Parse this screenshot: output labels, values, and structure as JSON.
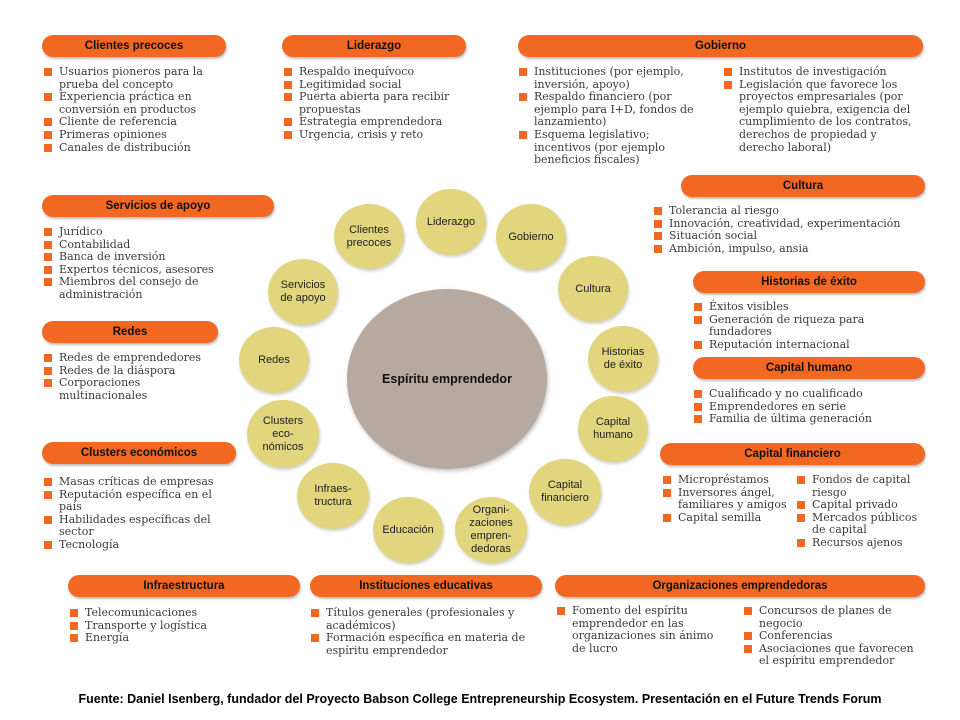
{
  "center": "Espíritu emprendedor",
  "circles": [
    "Clientes\nprecoces",
    "Liderazgo",
    "Gobierno",
    "Cultura",
    "Historias\nde éxito",
    "Capital\nhumano",
    "Capital\nfinanciero",
    "Organi-\nzaciones\nempren-\ndedoras",
    "Educación",
    "Infraes-\ntructura",
    "Clusters\neco-\nnómicos",
    "Redes",
    "Servicios\nde apoyo"
  ],
  "boxes": {
    "clientes": {
      "title": "Clientes precoces",
      "items": [
        "Usuarios pioneros para la prueba del concepto",
        "Experiencia práctica en conversión en productos",
        "Cliente de referencia",
        "Primeras opiniones",
        "Canales de distribución"
      ]
    },
    "liderazgo": {
      "title": "Liderazgo",
      "items": [
        "Respaldo inequívoco",
        "Legitimidad social",
        "Puerta abierta para recibir propuestas",
        "Estrategia emprendedora",
        "Urgencia, crisis y reto"
      ]
    },
    "gobierno": {
      "title": "Gobierno",
      "items_left": [
        "Instituciones (por ejemplo, inversión, apoyo)",
        "Respaldo financiero (por ejemplo para I+D, fondos de lanzamiento)",
        "Esquema legislativo; incentivos (por ejemplo beneficios fiscales)"
      ],
      "items_right": [
        "Institutos de investigación",
        "Legislación que favorece los proyectos empresariales (por ejemplo quiebra, exigencia del cumplimiento de los contratos, derechos de propiedad y derecho laboral)"
      ]
    },
    "servicios": {
      "title": "Servicios de apoyo",
      "items": [
        "Jurídico",
        "Contabilidad",
        "Banca de inversión",
        "Expertos técnicos, asesores",
        "Miembros del consejo de administración"
      ]
    },
    "cultura": {
      "title": "Cultura",
      "items": [
        "Tolerancia al riesgo",
        "Innovación, creatividad, experimentación",
        "Situación social",
        "Ambición, impulso, ansia"
      ]
    },
    "redes": {
      "title": "Redes",
      "items": [
        "Redes de emprendedores",
        "Redes de la diáspora",
        "Corporaciones multinacionales"
      ]
    },
    "historias": {
      "title": "Historias de éxito",
      "items": [
        "Éxitos visibles",
        "Generación de riqueza para fundadores",
        "Reputación internacional"
      ]
    },
    "capital_humano": {
      "title": "Capital humano",
      "items": [
        "Cualificado y no cualificado",
        "Emprendedores en serie",
        "Familia de última generación"
      ]
    },
    "clusters": {
      "title": "Clusters económicos",
      "items": [
        "Masas críticas de empresas",
        "Reputación específica en el país",
        "Habilidades específicas del sector",
        "Tecnología"
      ]
    },
    "capital_financiero": {
      "title": "Capital financiero",
      "items_left": [
        "Micropréstamos",
        "Inversores ángel, familiares y amigos",
        "Capital semilla"
      ],
      "items_right": [
        "Fondos de capital riesgo",
        "Capital privado",
        "Mercados públicos de capital",
        "Recursos ajenos"
      ]
    },
    "infraestructura": {
      "title": "Infraestructura",
      "items": [
        "Telecomunicaciones",
        "Transporte y logística",
        "Energía"
      ]
    },
    "educativas": {
      "title": "Instituciones educativas",
      "items": [
        "Títulos generales (profesionales y académicos)",
        "Formación específica en materia de espíritu emprendedor"
      ]
    },
    "organizaciones": {
      "title": "Organizaciones emprendedoras",
      "items_left": [
        "Fomento del espíritu emprendedor en las organizaciones sin ánimo de lucro"
      ],
      "items_right": [
        "Concursos de planes de negocio",
        "Conferencias",
        "Asociaciones que favorecen el espíritu emprendedor"
      ]
    }
  },
  "source": "Fuente: Daniel Isenberg, fundador del Proyecto Babson College Entrepreneurship Ecosystem. Presentación en el Future Trends Forum"
}
